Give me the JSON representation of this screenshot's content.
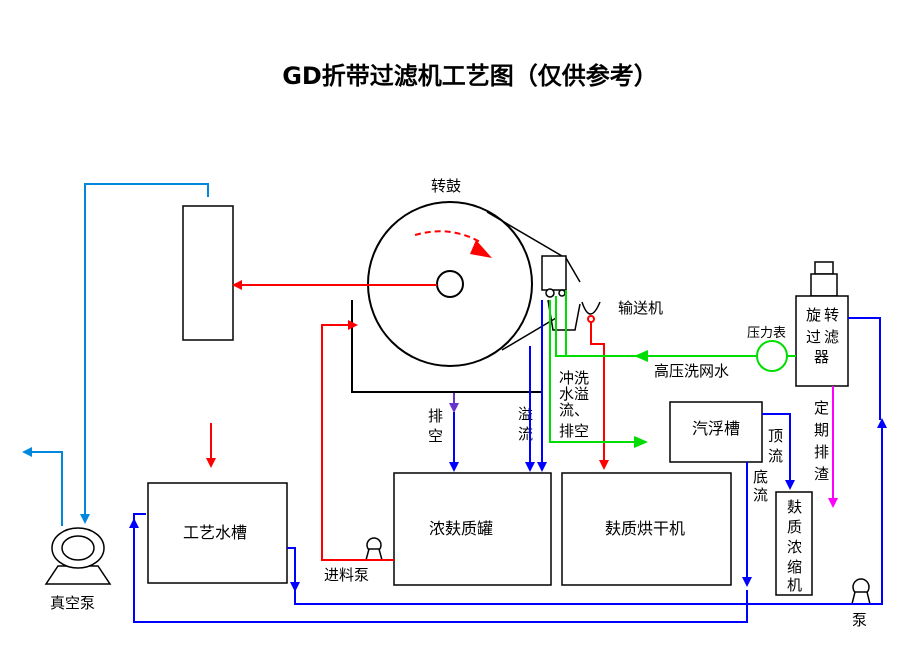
{
  "title": "GD折带过滤机工艺图（仅供参考）",
  "colors": {
    "red": "#ff0000",
    "blue": "#0000ff",
    "light_blue": "#0088dd",
    "green": "#00dd00",
    "magenta": "#ff00ff",
    "black": "#000000",
    "purple": "#6633cc"
  },
  "labels": {
    "drum": "转鼓",
    "conveyor": "输送机",
    "pressure_gauge": "压力表",
    "high_pressure_water": "高压洗网水",
    "rotary_filter": [
      "旋",
      "转",
      "过",
      "滤",
      "器"
    ],
    "periodic_slag": [
      "定",
      "期",
      "排",
      "渣"
    ],
    "drain_empty": [
      "排",
      "空"
    ],
    "overflow": [
      "溢",
      "流"
    ],
    "flush_overflow": [
      "冲洗",
      "水溢",
      "流、",
      "排空"
    ],
    "flotation_tank": "汽浮槽",
    "top_flow": [
      "顶",
      "流"
    ],
    "bottom_flow": [
      "底",
      "流"
    ],
    "bran_thickener": [
      "麸",
      "质",
      "浓",
      "缩",
      "机"
    ],
    "process_tank": "工艺水槽",
    "feed_pump": "进料泵",
    "thick_tank": "浓麸质罐",
    "dryer": "麸质烘干机",
    "vacuum_pump": "真空泵",
    "pump": "泵"
  }
}
